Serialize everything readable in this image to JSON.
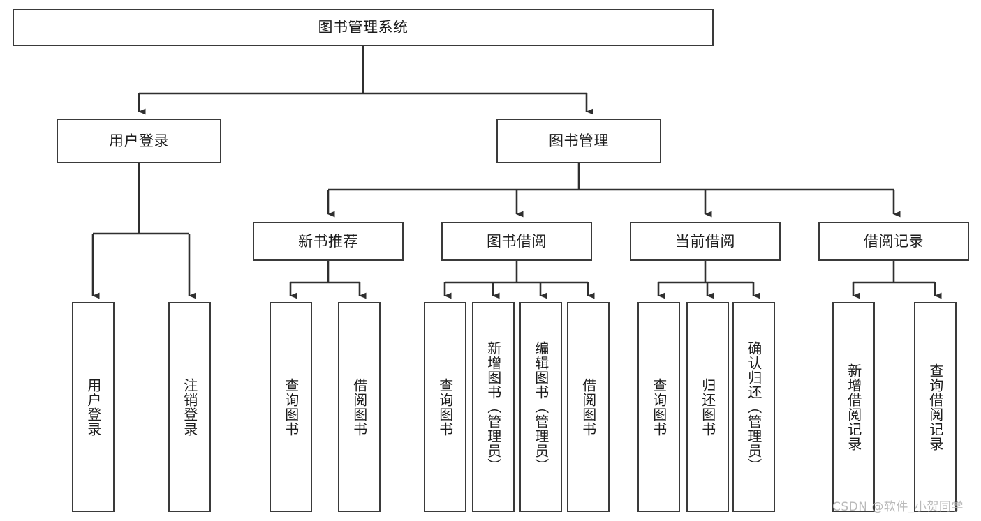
{
  "diagram": {
    "title": "图书管理系统",
    "type": "hierarchy-tree",
    "watermark": "CSDN @软件_小贺同学",
    "colors": {
      "box_border": "#3a3a3a",
      "box_fill": "#ffffff",
      "connector": "#2f2f2f",
      "text": "#1c1c1c",
      "watermark": "#b9b9b9"
    },
    "root": {
      "label": "图书管理系统"
    },
    "level2": [
      {
        "label": "用户登录"
      },
      {
        "label": "图书管理"
      }
    ],
    "level3": [
      {
        "label": "新书推荐"
      },
      {
        "label": "图书借阅"
      },
      {
        "label": "当前借阅"
      },
      {
        "label": "借阅记录"
      }
    ],
    "leaves": {
      "user_login": [
        {
          "label": "用户登录"
        },
        {
          "label": "注销登录"
        }
      ],
      "new_book_recommend": [
        {
          "label": "查询图书"
        },
        {
          "label": "借阅图书"
        }
      ],
      "book_borrow": [
        {
          "label": "查询图书"
        },
        {
          "label": "新增图书（管理员）"
        },
        {
          "label": "编辑图书（管理员）"
        },
        {
          "label": "借阅图书"
        }
      ],
      "current_borrow": [
        {
          "label": "查询图书"
        },
        {
          "label": "归还图书"
        },
        {
          "label": "确认归还（管理员）"
        }
      ],
      "borrow_record": [
        {
          "label": "新增借阅记录"
        },
        {
          "label": "查询借阅记录"
        }
      ]
    }
  }
}
